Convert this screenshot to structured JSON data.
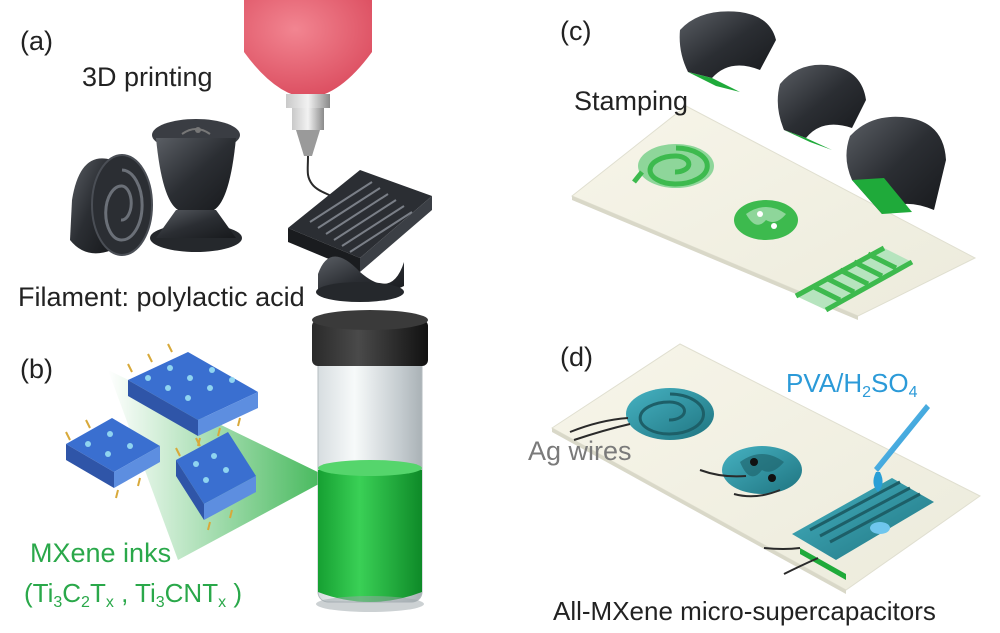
{
  "panels": {
    "a": {
      "letter": "(a)",
      "title": "3D printing",
      "caption": "Filament: polylactic acid"
    },
    "b": {
      "letter": "(b)",
      "caption_line1": "MXene inks",
      "caption_line2_open": "(Ti",
      "caption_line2_s1": "3",
      "caption_line2_c": "C",
      "caption_line2_s2": "2",
      "caption_line2_t": "T",
      "caption_line2_s3": "x",
      "caption_line2_mid": " , Ti",
      "caption_line2_s4": "3",
      "caption_line2_cnt": "CNT",
      "caption_line2_s5": "x",
      "caption_line2_close": " )"
    },
    "c": {
      "letter": "(c)",
      "title": "Stamping"
    },
    "d": {
      "letter": "(d)",
      "electrolyte_pre": "PVA/H",
      "electrolyte_sub1": "2",
      "electrolyte_post": "SO",
      "electrolyte_sub2": "4",
      "wires_label": "Ag wires",
      "caption": "All-MXene micro-supercapacitors"
    }
  },
  "colors": {
    "stamp_dark": "#2b2e33",
    "nozzle_red": "#e35a6a",
    "mxene_green": "#3dba4e",
    "ink_green": "#1faa3a",
    "electrolyte_blue": "#2a9fd6",
    "device_teal": "#2f8e9a",
    "label_green": "#2aa84a",
    "label_blue": "#2b9ad8",
    "label_gray": "#7a7a7a"
  }
}
